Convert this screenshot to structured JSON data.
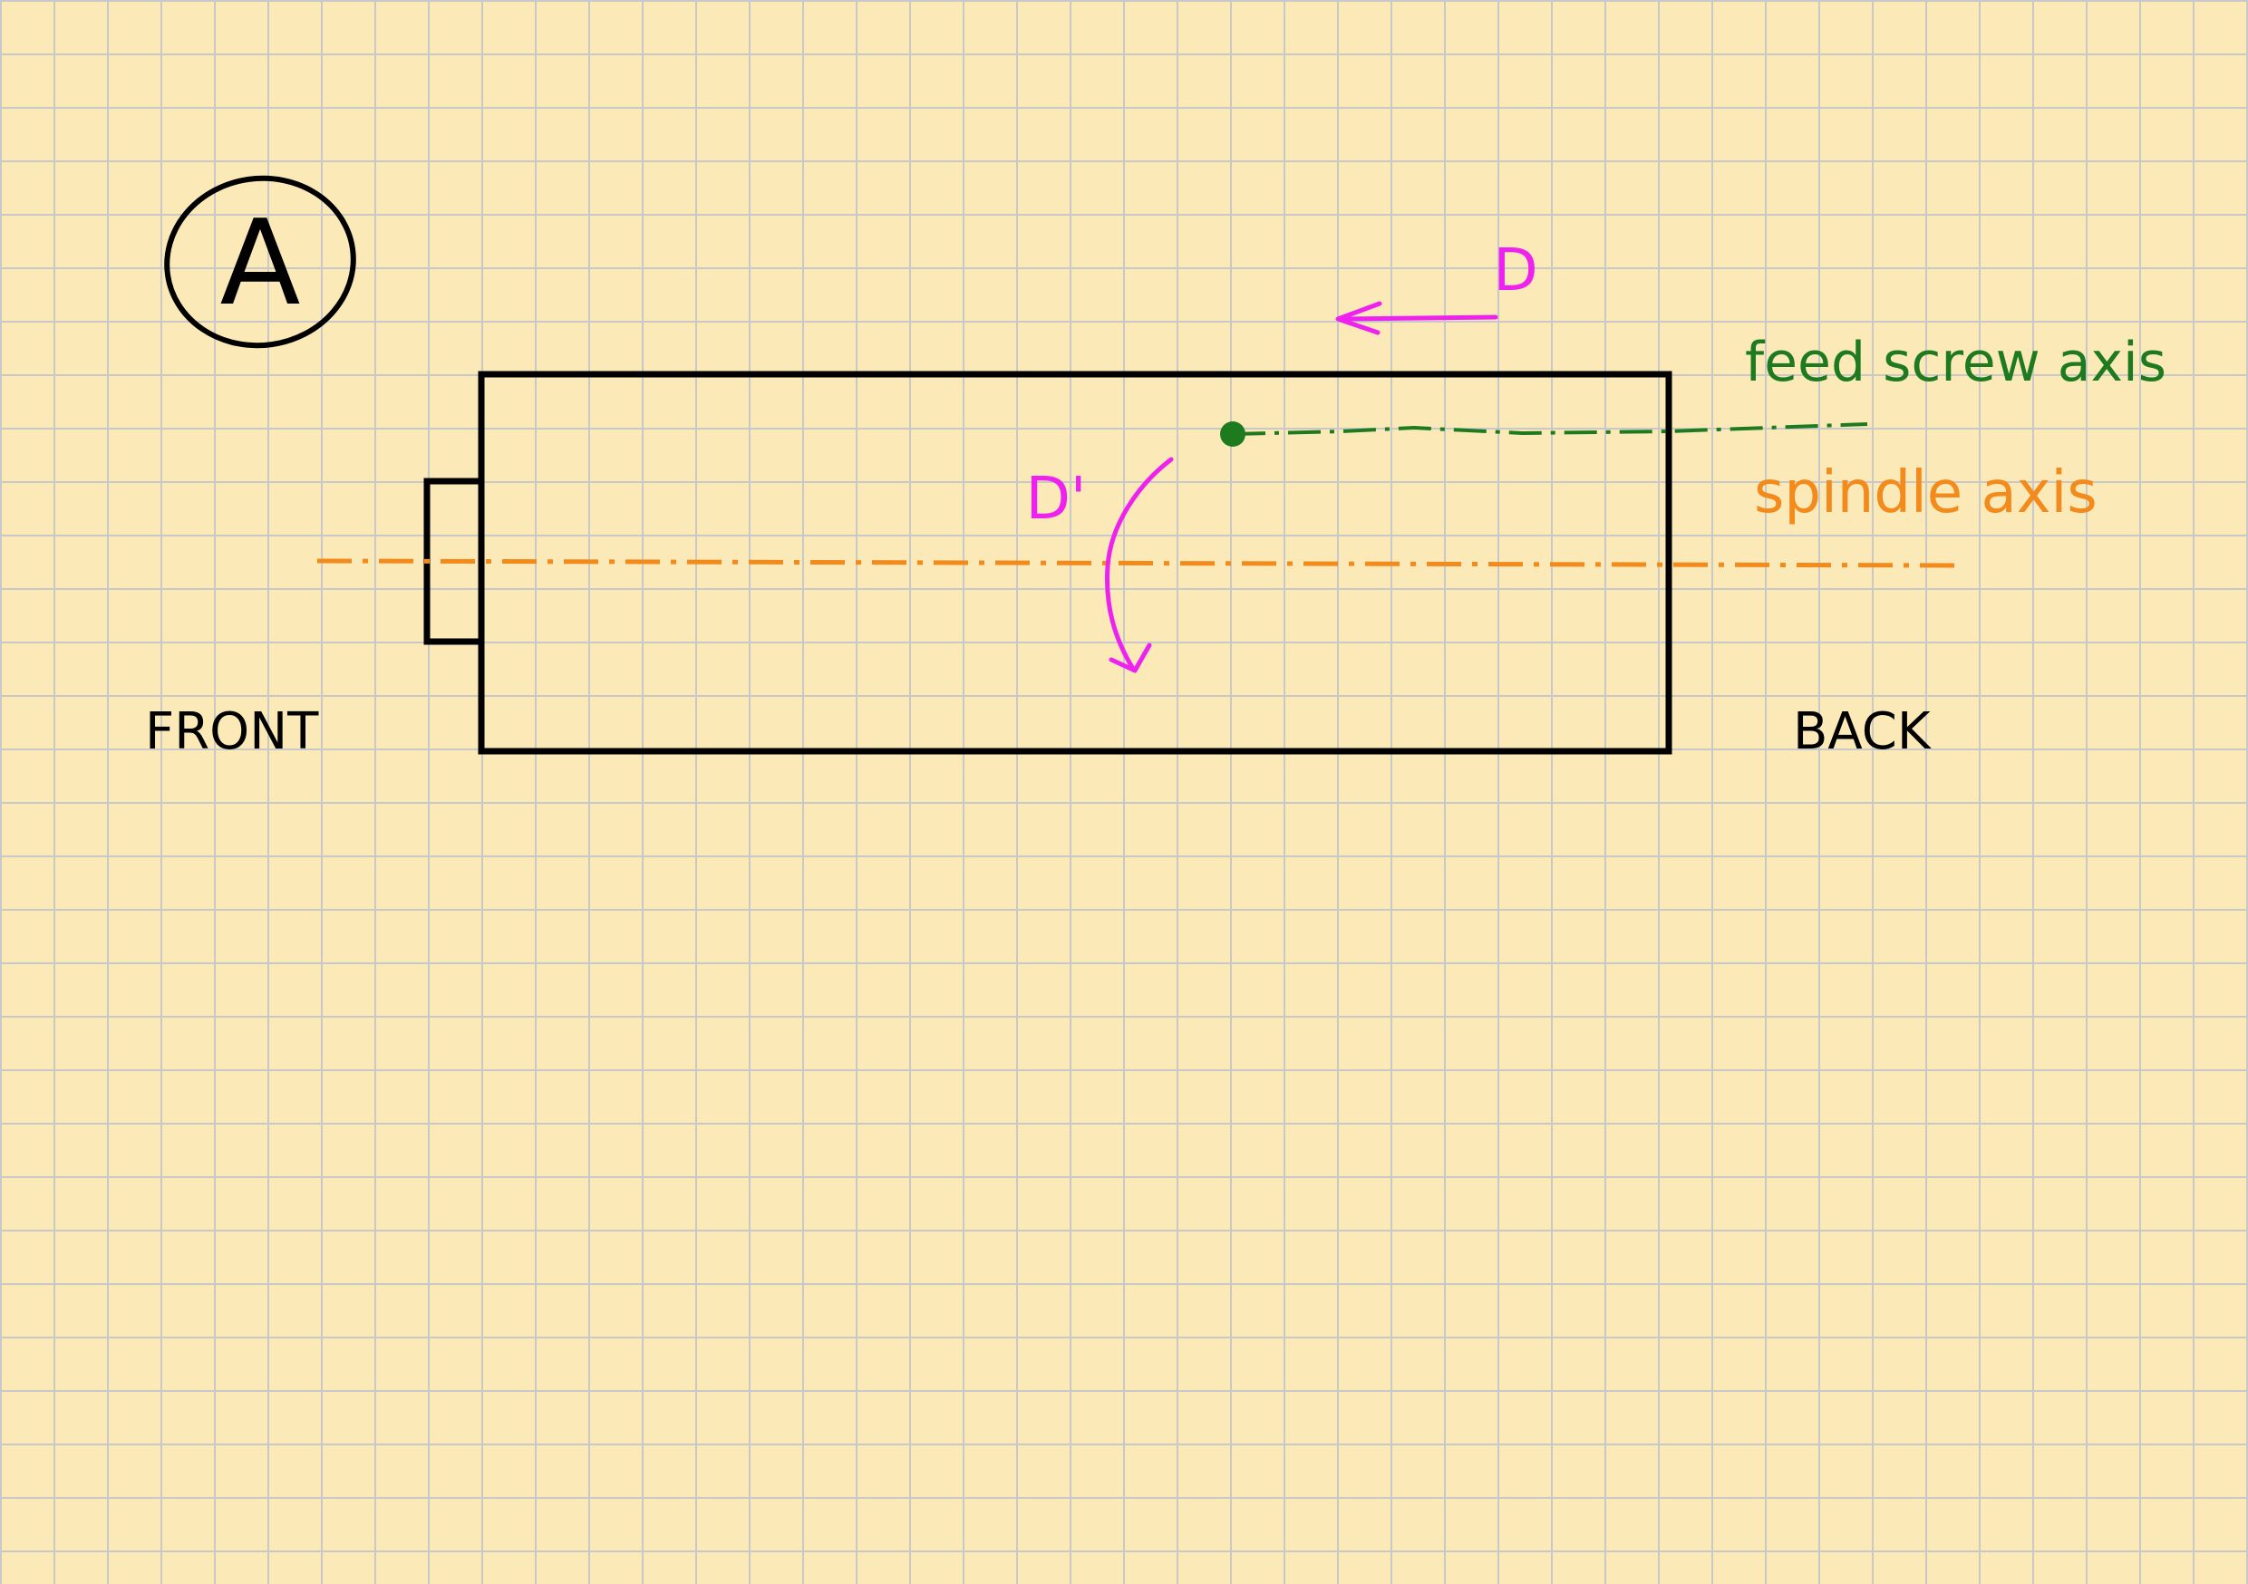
{
  "diagram": {
    "label_badge": "A",
    "front_label": "FRONT",
    "back_label": "BACK",
    "feed_screw_axis_label": "feed screw axis",
    "spindle_axis_label": "spindle axis",
    "motion_d_label": "D",
    "rotation_d_prime_label": "D'"
  },
  "colors": {
    "paper": "#fbe9b7",
    "grid": "#c8c8c8",
    "ink": "#000000",
    "feed_screw": "#1e7a1e",
    "spindle": "#f28a1c",
    "motion": "#ee22ee"
  }
}
